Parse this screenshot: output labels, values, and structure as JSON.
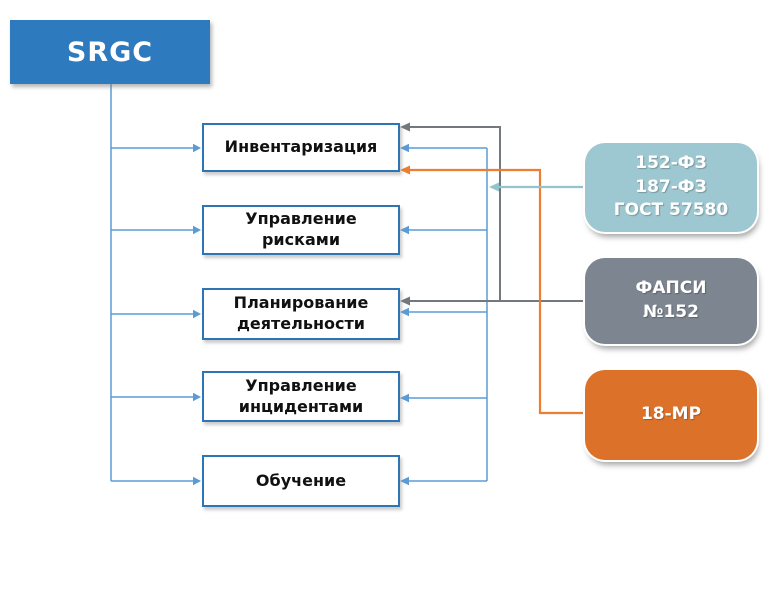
{
  "colors": {
    "root_fill": "#2E7ABF",
    "process_border": "#2E75B6",
    "process_text": "#111111",
    "connector_blue": "#5B9BD5",
    "connector_gray": "#73787F",
    "connector_orange": "#ED7D31",
    "connector_teal": "#93C4CE",
    "reg_teal_fill": "#9EC8D1",
    "reg_gray_fill": "#7D8590",
    "reg_orange_fill": "#DC722A",
    "label_light": "#FFFFFF"
  },
  "root": {
    "label": "SRGC"
  },
  "processes": [
    {
      "label": "Инвентаризация"
    },
    {
      "label": "Управление\nрисками"
    },
    {
      "label": "Планирование\nдеятельности"
    },
    {
      "label": "Управление\nинцидентами"
    },
    {
      "label": "Обучение"
    }
  ],
  "regulations": [
    {
      "label": "152-ФЗ\n187-ФЗ\nГОСТ 57580"
    },
    {
      "label": "ФАПСИ\n№152"
    },
    {
      "label": "18-МР"
    }
  ]
}
